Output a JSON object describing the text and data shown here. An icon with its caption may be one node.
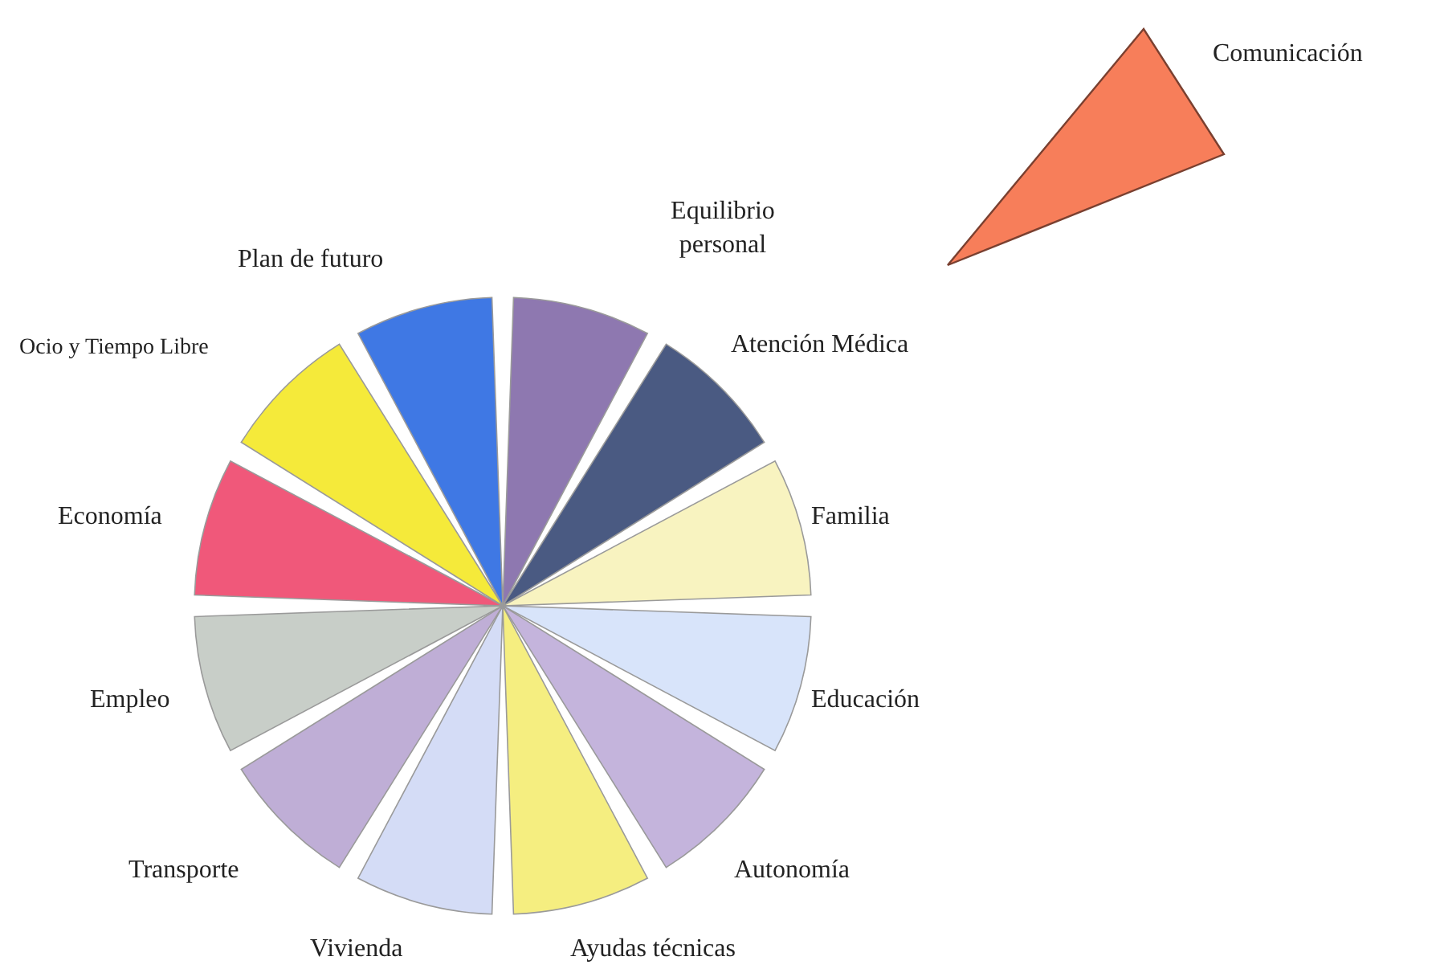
{
  "diagram": {
    "nodes": [
      {
        "text": [
          "Equilibrio personal"
        ]
      },
      {
        "text": [
          "Atención Médica"
        ]
      },
      {
        "text": [
          "Familia"
        ]
      },
      {
        "text": [
          "Educación"
        ]
      },
      {
        "text": [
          "Autonomía"
        ]
      },
      {
        "text": [
          "Ayudas técnicas"
        ]
      },
      {
        "text": [
          "Vivienda"
        ]
      },
      {
        "text": [
          "Transporte"
        ]
      },
      {
        "text": [
          "Empleo"
        ]
      },
      {
        "text": [
          "Economía"
        ]
      },
      {
        "text": [
          "Ocio y Tiempo Libre"
        ]
      },
      {
        "text": [
          "Plan de futuro"
        ]
      },
      {
        "text": [
          "Comunicación"
        ]
      }
    ]
  }
}
